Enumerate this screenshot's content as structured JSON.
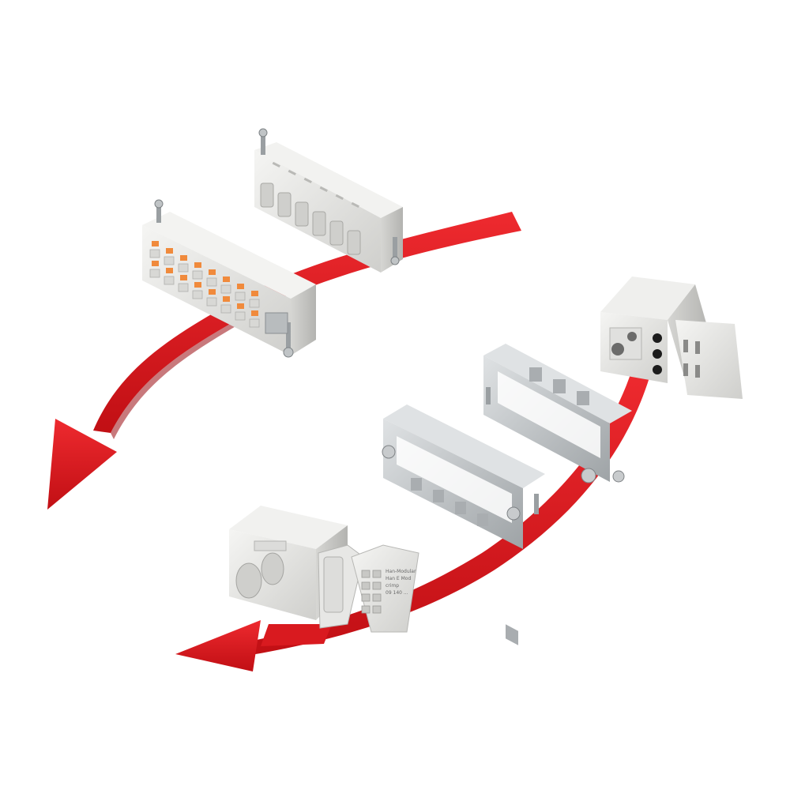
{
  "colors": {
    "arrow": "#e0161c",
    "arrow_shadow": "#8e0a0e",
    "housing": "#e8e8e6",
    "housing_shade": "#c7c7c4",
    "housing_dark": "#9e9e9b",
    "frame_metal": "#c9ccce",
    "frame_dark": "#8e9295",
    "contact_orange": "#f08a3c",
    "contact_black": "#1c1c1c",
    "background": "#ffffff"
  },
  "module_label": {
    "lines": [
      "Han-Modular",
      "Han E Mod",
      "crimp",
      "09 140 ...",
      ""
    ]
  }
}
